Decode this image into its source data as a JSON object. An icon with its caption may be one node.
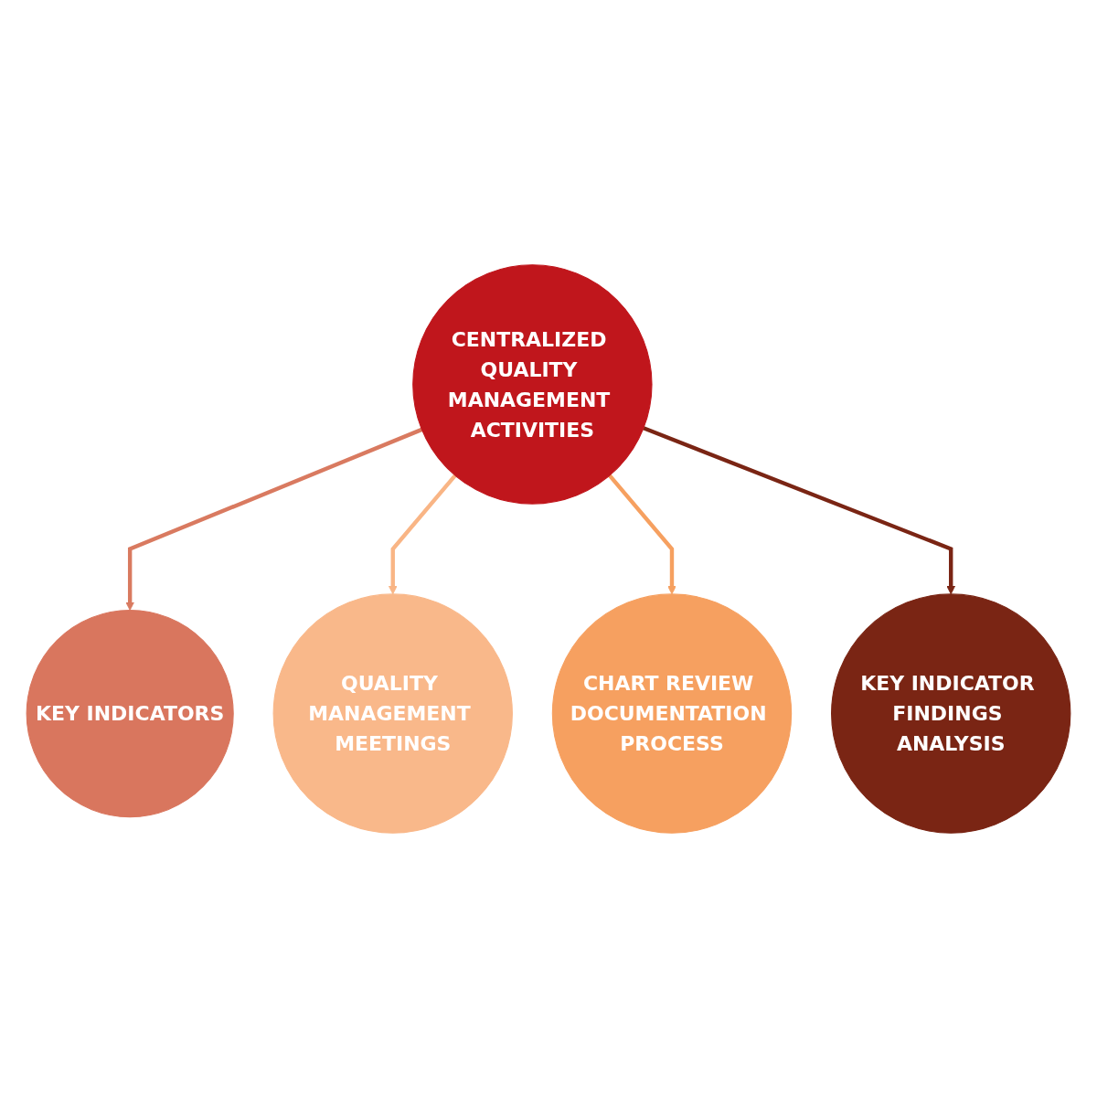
{
  "diagram": {
    "nodes": [
      {
        "text": [
          "KEY INDICATORS"
        ]
      },
      {
        "text": [
          "QUALITY MANAGEMENT MEETINGS"
        ]
      },
      {
        "text": [
          "CENTRALIZED QUALITY MANAGEMENT ACTIVITIES"
        ]
      },
      {
        "text": [
          "CHART REVIEW DOCUMENTATION PROCESS"
        ]
      },
      {
        "text": [
          "KEY INDICATOR FINDINGS ANALYSIS"
        ]
      }
    ],
    "edges": [
      {
        "from": 2,
        "to": 0,
        "arrow": "to",
        "color": "#d97a60"
      },
      {
        "from": 2,
        "to": 1,
        "arrow": "to",
        "color": "#f9b585"
      },
      {
        "from": 2,
        "to": 3,
        "arrow": "to",
        "color": "#f6a060"
      },
      {
        "from": 2,
        "to": 4,
        "arrow": "to",
        "color": "#7a2514"
      }
    ]
  }
}
